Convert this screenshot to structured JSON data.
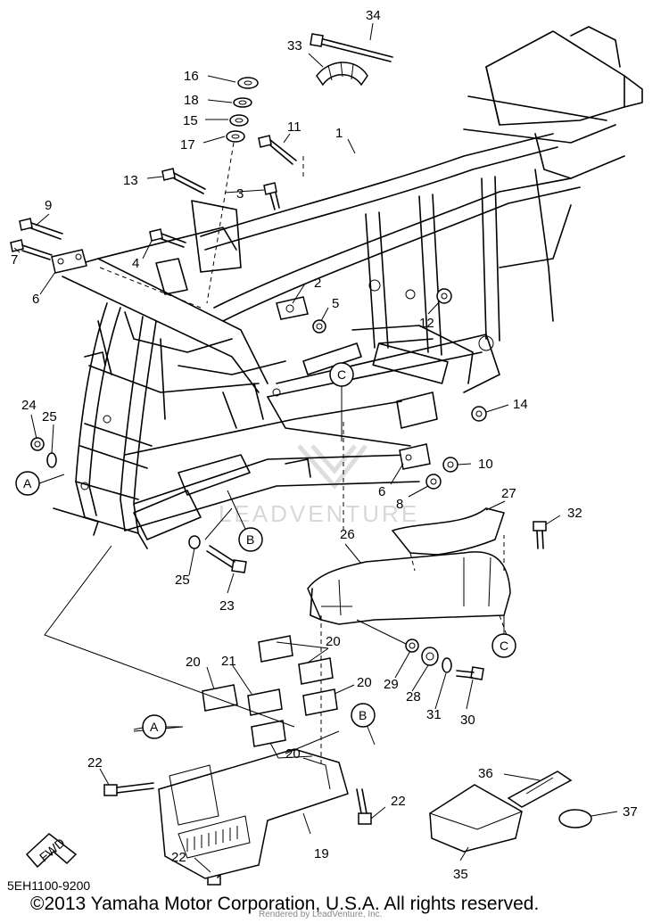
{
  "diagram": {
    "callouts": {
      "p1": "1",
      "p2": "2",
      "p3": "3",
      "p4": "4",
      "p5": "5",
      "p6a": "6",
      "p6b": "6",
      "p7": "7",
      "p8": "8",
      "p9": "9",
      "p10": "10",
      "p11": "11",
      "p12": "12",
      "p13": "13",
      "p14": "14",
      "p15": "15",
      "p16": "16",
      "p17": "17",
      "p18": "18",
      "p19": "19",
      "p20a": "20",
      "p20b": "20",
      "p20c": "20",
      "p20d": "20",
      "p21": "21",
      "p22a": "22",
      "p22b": "22",
      "p22c": "22",
      "p23": "23",
      "p24": "24",
      "p25a": "25",
      "p25b": "25",
      "p26": "26",
      "p27": "27",
      "p28": "28",
      "p29": "29",
      "p30": "30",
      "p31": "31",
      "p32": "32",
      "p33": "33",
      "p34": "34",
      "p35": "35",
      "p36": "36",
      "p37": "37"
    },
    "refs": {
      "a1": "A",
      "a2": "A",
      "b1": "B",
      "b2": "B",
      "c1": "C",
      "c2": "C"
    },
    "fwd_label": "FWD",
    "watermark": "LEADVENTURE"
  },
  "footer": {
    "doc_code": "5EH1100-9200",
    "copyright": "©2013 Yamaha Motor Corporation, U.S.A. All rights reserved.",
    "rendered_by": "Rendered by LeadVenture, Inc."
  }
}
